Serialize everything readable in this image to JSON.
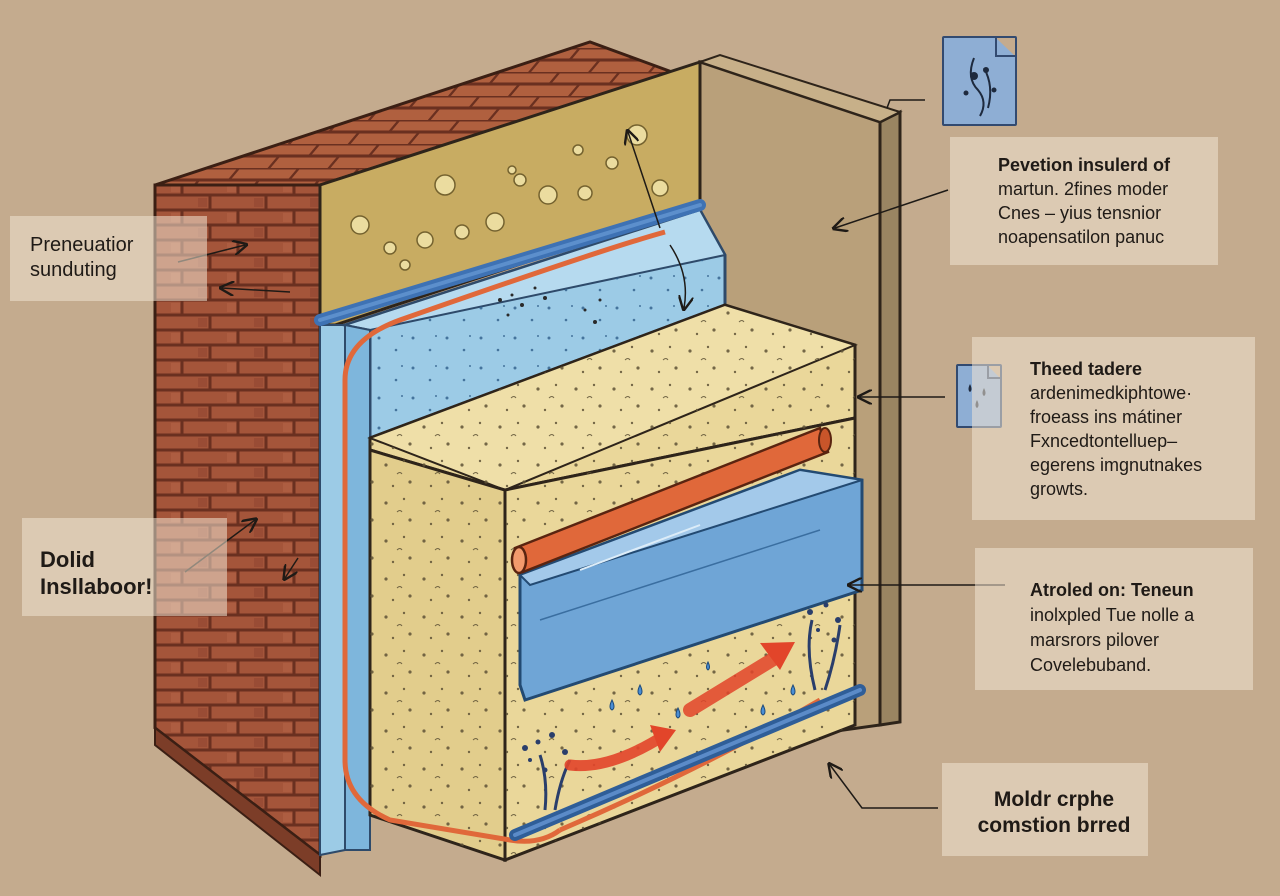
{
  "labels": {
    "left_top": {
      "line1": "Preneuatior",
      "line2": "sunduting"
    },
    "left_bottom": {
      "line1": "Dolid",
      "line2": "Insllaboor!"
    },
    "right_1": {
      "title": "Pevetion insulerd of",
      "line1": "martun. 2fines moder",
      "line2": "Cnes – yius tensnior",
      "line3": "noapensatilon panuc"
    },
    "right_2": {
      "title": "Theed tadere",
      "line1": "ardenimedkiphtowe·",
      "line2": "froeass ins mátiner",
      "line3": "Fxncedtontelluep–",
      "line4": "egerens imgnutnakes",
      "line5": "growts."
    },
    "right_3": {
      "title": "Atroled on: Teneun",
      "line1": "inolxpled Tue nolle a",
      "line2": "marsrors pilover",
      "line3": "Covelebuband."
    },
    "right_4": {
      "line1": "Moldr crphe",
      "line2": "comstion brred"
    }
  },
  "icons": {
    "top_document": "mold-spores-document-icon",
    "mid_document": "water-drops-document-icon"
  },
  "colors": {
    "background": "#c4ab8e",
    "brick": "#a4553a",
    "mortar": "#6a3020",
    "insulation_beige": "#ead79a",
    "insulation_blue": "#9ccbe6",
    "pipe_orange": "#e0683a",
    "pipe_blue": "#3e72b4",
    "wood_panel": "#b9a07a",
    "mold_yellow": "#c8ac62"
  }
}
